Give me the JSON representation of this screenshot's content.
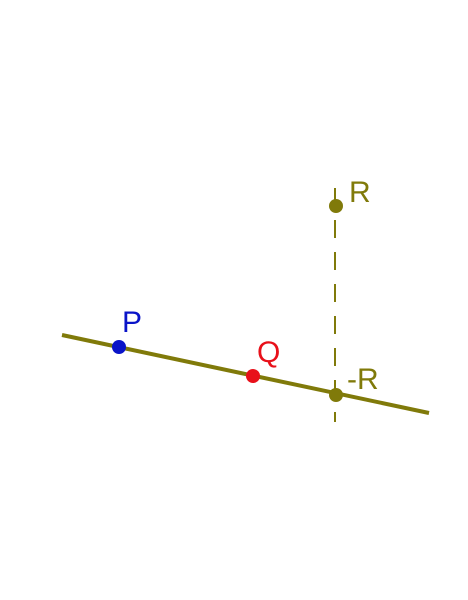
{
  "diagram": {
    "points": {
      "p": {
        "label": "P",
        "color": "#0a14c8"
      },
      "q": {
        "label": "Q",
        "color": "#e8101a"
      },
      "r": {
        "label": "R",
        "color": "#807a0a"
      },
      "neg_r": {
        "label": "-R",
        "color": "#807a0a"
      }
    },
    "line_color": "#807a0a",
    "dashed_color": "#807a0a"
  }
}
